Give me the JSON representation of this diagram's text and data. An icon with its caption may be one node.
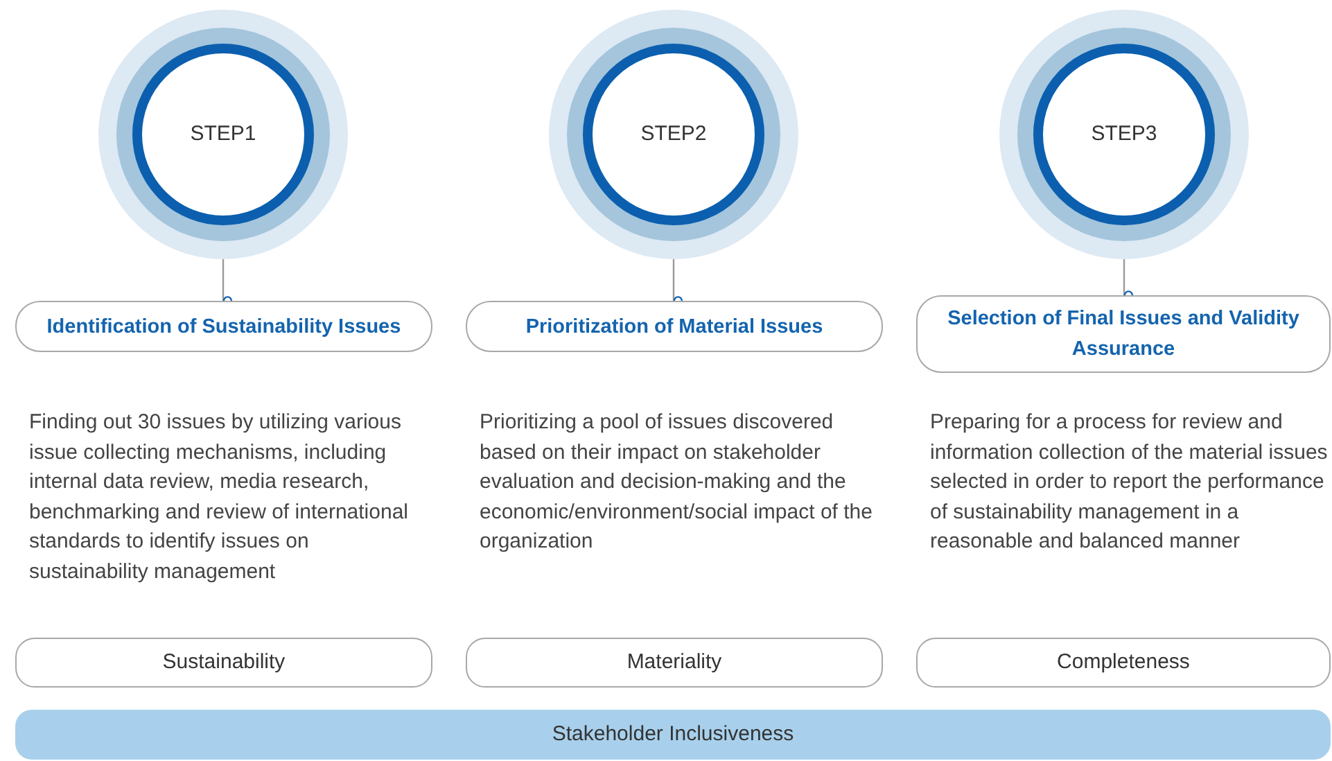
{
  "diagram": {
    "nodes": [
      {
        "text": [
          "STEP1"
        ]
      },
      {
        "text": [
          "STEP2"
        ]
      },
      {
        "text": [
          "STEP3"
        ]
      },
      {
        "text": [
          "Identification of Sustainability Issues"
        ]
      },
      {
        "text": [
          "Prioritization of Material Issues"
        ]
      },
      {
        "text": [
          "Selection of Final Issues and Validity Assurance"
        ]
      },
      {
        "text": [
          "Sustainability"
        ]
      },
      {
        "text": [
          "Materiality"
        ]
      },
      {
        "text": [
          "Completeness"
        ]
      },
      {
        "text": [
          "Stakeholder Inclusiveness"
        ]
      }
    ],
    "edges": [
      {
        "from": 0,
        "to": 3,
        "arrow": "other"
      },
      {
        "from": 1,
        "to": 4,
        "arrow": "other"
      },
      {
        "from": 2,
        "to": 5,
        "arrow": "other"
      }
    ],
    "labels": [
      "Finding out 30 issues by utilizing various issue collecting mechanisms, including internal data review, media research, benchmarking and review of international standards to identify issues on sustainability management",
      "Prioritizing a pool of issues discovered based on their impact on stakeholder evaluation and decision-making and the economic/environment/social impact of the organization",
      "Preparing for a process for review and information collection of the material issues selected in order to report the performance of sustainability management in a reasonable and balanced manner"
    ]
  }
}
